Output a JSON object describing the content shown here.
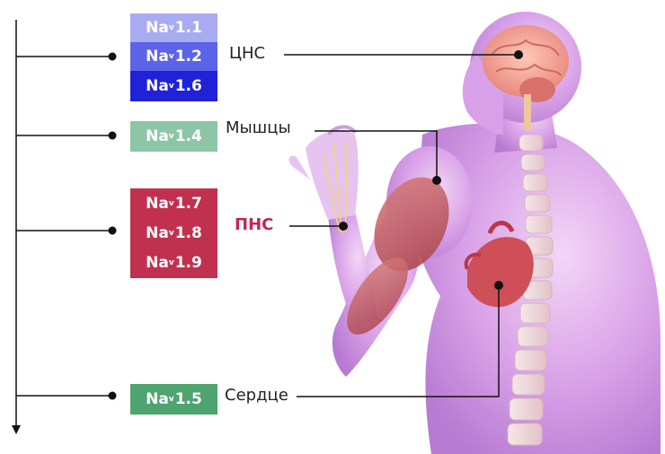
{
  "channels": {
    "cns": [
      {
        "prefix": "Na",
        "sub": "v",
        "num": "1.1",
        "color": "#a9abf2"
      },
      {
        "prefix": "Na",
        "sub": "v",
        "num": "1.2",
        "color": "#5d63e8"
      },
      {
        "prefix": "Na",
        "sub": "v",
        "num": "1.6",
        "color": "#1f22d8"
      }
    ],
    "muscle": [
      {
        "prefix": "Na",
        "sub": "v",
        "num": "1.4",
        "color": "#8dc6a6"
      }
    ],
    "pns": [
      {
        "prefix": "Na",
        "sub": "v",
        "num": "1.7",
        "color": "#c2304f"
      },
      {
        "prefix": "Na",
        "sub": "v",
        "num": "1.8",
        "color": "#c2304f"
      },
      {
        "prefix": "Na",
        "sub": "v",
        "num": "1.9",
        "color": "#c2304f"
      }
    ],
    "heart": [
      {
        "prefix": "Na",
        "sub": "v",
        "num": "1.5",
        "color": "#4ea46e"
      }
    ]
  },
  "organs": {
    "cns": "ЦНС",
    "muscle": "Мышцы",
    "pns": "ПНС",
    "heart": "Сердце"
  },
  "colors": {
    "pns_label": "#c0284f",
    "line": "#111111",
    "body_tint": "#d9a6e8"
  }
}
